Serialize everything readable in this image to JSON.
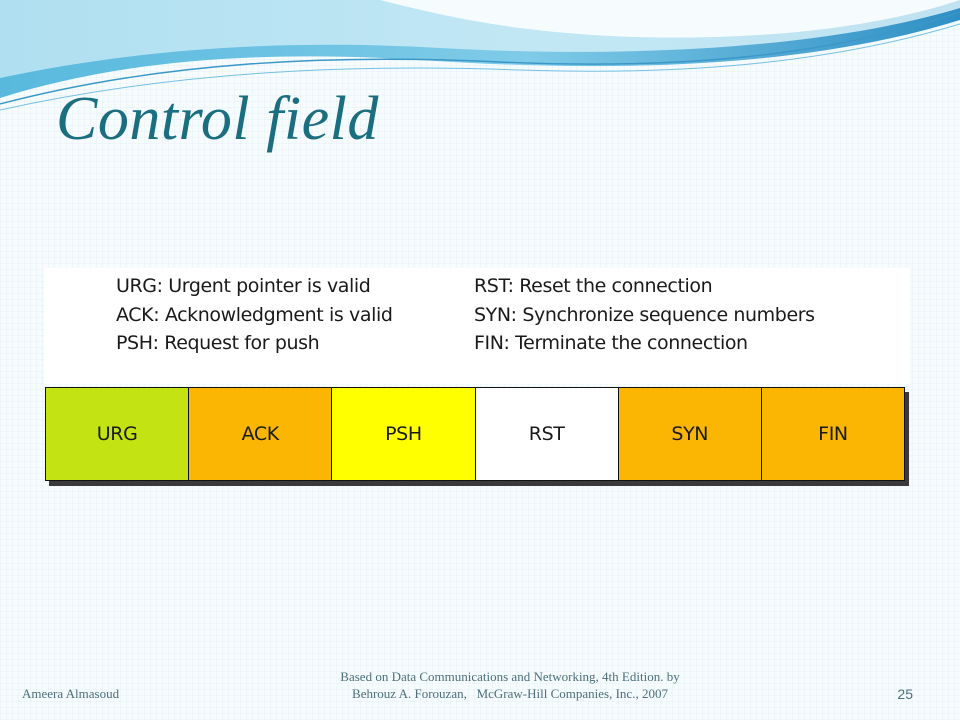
{
  "slide": {
    "title": "Control field",
    "legend": {
      "left": [
        "URG: Urgent pointer is valid",
        "ACK: Acknowledgment is valid",
        "PSH: Request for push"
      ],
      "right": [
        "RST: Reset the connection",
        "SYN: Synchronize sequence numbers",
        "FIN: Terminate the connection"
      ]
    },
    "fields": [
      {
        "label": "URG",
        "color": "#c3e312"
      },
      {
        "label": "ACK",
        "color": "#fbb603"
      },
      {
        "label": "PSH",
        "color": "#ffff00"
      },
      {
        "label": "RST",
        "color": "#ffffff"
      },
      {
        "label": "SYN",
        "color": "#fbb603"
      },
      {
        "label": "FIN",
        "color": "#fbb603"
      }
    ]
  },
  "footer": {
    "author": "Ameera Almasoud",
    "source_line1": "Based on Data Communications and Networking, 4th Edition. by",
    "source_line2": "Behrouz A. Forouzan,   McGraw-Hill Companies, Inc., 2007",
    "page_number": "25"
  },
  "theme": {
    "title_color": "#1b6e80",
    "footer_color": "#4d6f7a",
    "swoosh_colors": [
      "#3ba3cf",
      "#9fd6ee",
      "#c8eaf6"
    ]
  }
}
